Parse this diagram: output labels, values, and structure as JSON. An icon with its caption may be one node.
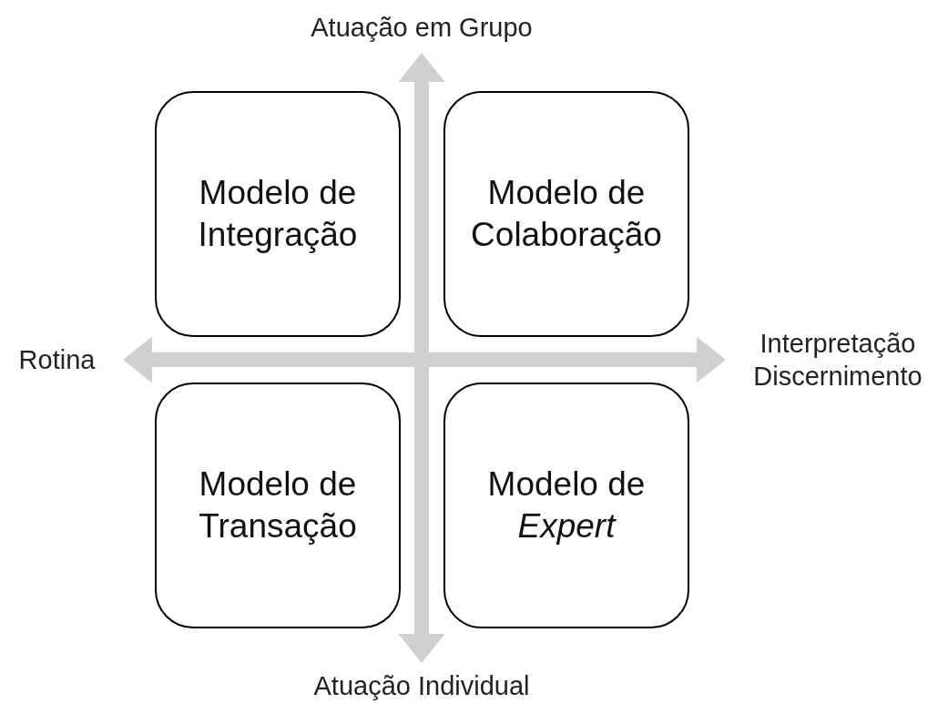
{
  "diagram": {
    "nodes": [
      {
        "text": [
          "Modelo de Integração"
        ]
      },
      {
        "text": [
          "Modelo de Colaboração"
        ]
      },
      {
        "text": [
          "Modelo de Transação"
        ]
      },
      {
        "text": [
          "Modelo de *Expert*"
        ]
      },
      {
        "text": [
          "Atuação em Grupo"
        ]
      },
      {
        "text": [
          "Rotina"
        ]
      },
      {
        "text": [
          "Interpretação Discernimento"
        ]
      },
      {
        "text": [
          "Atuação Individual"
        ]
      }
    ],
    "edges": [
      {
        "from": 7,
        "to": 4,
        "arrow": "both"
      },
      {
        "from": 5,
        "to": 6,
        "arrow": "both"
      }
    ]
  }
}
